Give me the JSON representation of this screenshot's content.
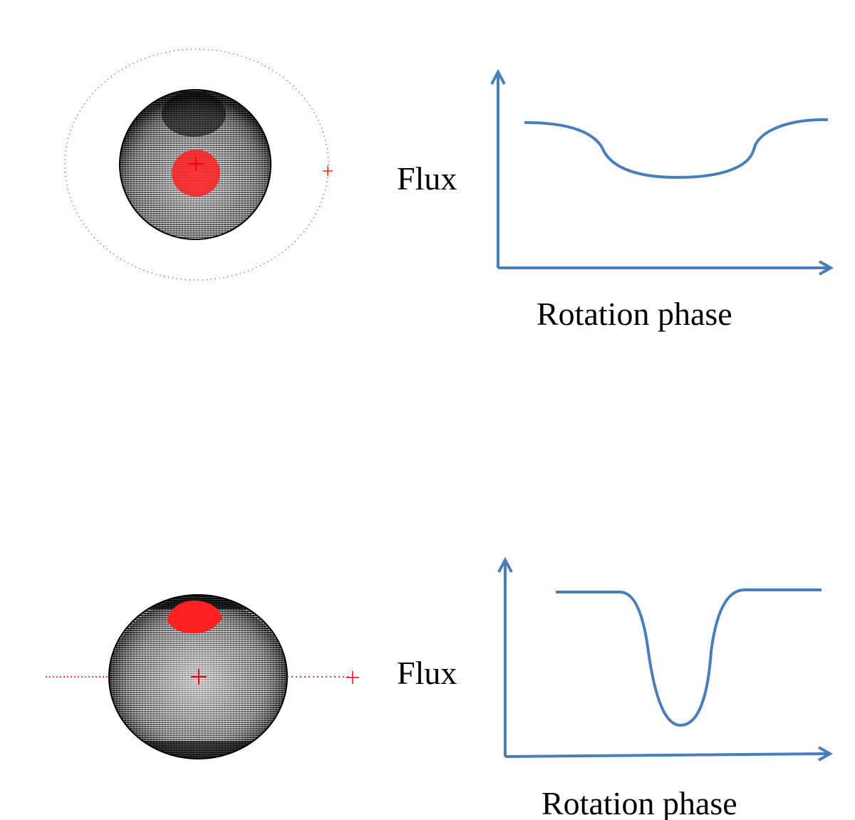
{
  "colors": {
    "axis": "#4a7ebb",
    "curve": "#4a7ebb",
    "star_dark": "#000000",
    "grid": "#ffffff",
    "spot": "#ff1a1a",
    "marker": "#ff0000"
  },
  "panels": [
    {
      "view": "pole-on",
      "y_label": "Flux",
      "x_label": "Rotation phase",
      "curve": "shallow-broad-dip"
    },
    {
      "view": "equator-on",
      "y_label": "Flux",
      "x_label": "Rotation phase",
      "curve": "deep-narrow-dip"
    }
  ]
}
